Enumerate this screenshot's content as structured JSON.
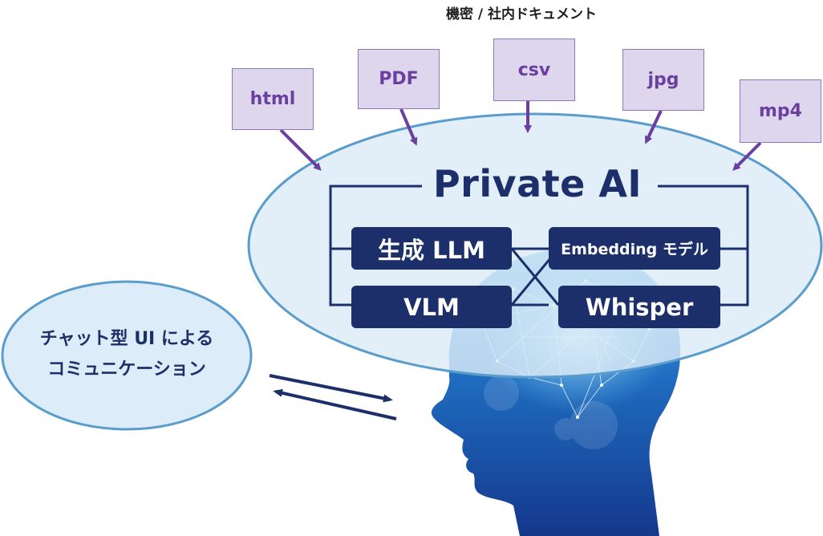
{
  "caption": "機密 / 社内ドキュメント",
  "file_types": [
    "html",
    "PDF",
    "csv",
    "jpg",
    "mp4"
  ],
  "title": "Private AI",
  "models": {
    "gen_llm": "生成 LLM",
    "embedding": "Embedding モデル",
    "vlm": "VLM",
    "whisper": "Whisper"
  },
  "chat": {
    "line1": "チャット型 UI による",
    "line2": "コミュニケーション"
  },
  "colors": {
    "navy": "#1c2f6b",
    "purple": "#6a3fa0",
    "file_fill": "#ddd6ec",
    "bubble_fill": "#dcecf8",
    "bubble_stroke": "#5a9ccc"
  },
  "icons": [
    "human-head-brain-icon",
    "bidirectional-arrow-icon"
  ]
}
